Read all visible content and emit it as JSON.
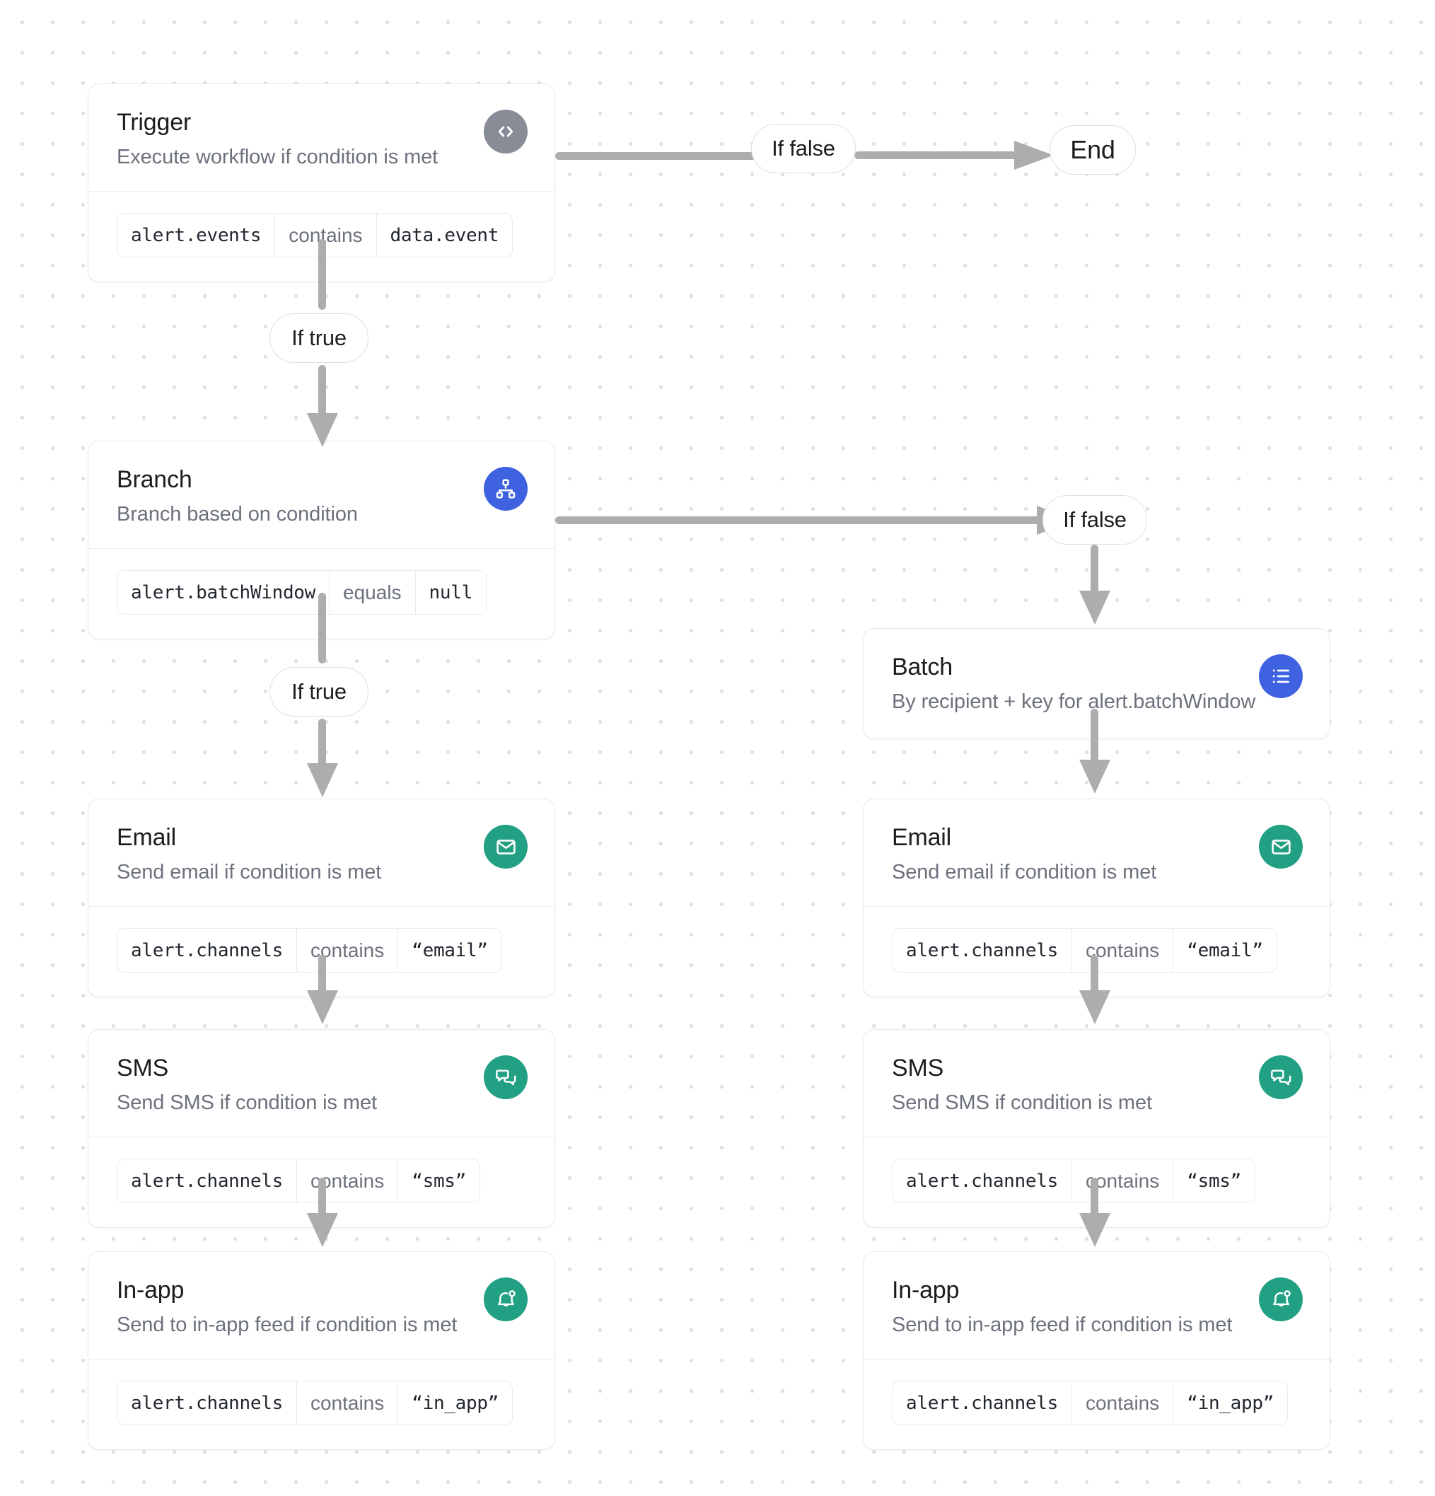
{
  "canvas": {
    "background": "#ffffff",
    "dot_color": "#dfe1e5"
  },
  "palette": {
    "badge_gray": "#878c97",
    "badge_blue": "#3e62e0",
    "badge_green": "#22a083",
    "arrow_gray": "#adadad",
    "card_border": "#e8e9ec",
    "title_color": "#1b1d21",
    "subtitle_color": "#6c717c"
  },
  "nodes": {
    "trigger": {
      "title": "Trigger",
      "subtitle": "Execute workflow if condition is met",
      "icon": "code-brackets-icon",
      "condition": {
        "field": "alert.events",
        "operator": "contains",
        "value": "data.event"
      }
    },
    "branch": {
      "title": "Branch",
      "subtitle": "Branch based on condition",
      "icon": "hierarchy-icon",
      "condition": {
        "field": "alert.batchWindow",
        "operator": "equals",
        "value": "null"
      }
    },
    "batch": {
      "title": "Batch",
      "subtitle": "By recipient + key for alert.batchWindow",
      "icon": "list-icon"
    },
    "email_left": {
      "title": "Email",
      "subtitle": "Send email if condition is met",
      "icon": "envelope-icon",
      "condition": {
        "field": "alert.channels",
        "operator": "contains",
        "value": "“email”"
      }
    },
    "sms_left": {
      "title": "SMS",
      "subtitle": "Send SMS if condition is met",
      "icon": "chat-bubbles-icon",
      "condition": {
        "field": "alert.channels",
        "operator": "contains",
        "value": "“sms”"
      }
    },
    "inapp_left": {
      "title": "In-app",
      "subtitle": "Send to in-app feed if condition is met",
      "icon": "bell-dot-icon",
      "condition": {
        "field": "alert.channels",
        "operator": "contains",
        "value": "“in_app”"
      }
    },
    "email_right": {
      "title": "Email",
      "subtitle": "Send email if condition is met",
      "icon": "envelope-icon",
      "condition": {
        "field": "alert.channels",
        "operator": "contains",
        "value": "“email”"
      }
    },
    "sms_right": {
      "title": "SMS",
      "subtitle": "Send SMS if condition is met",
      "icon": "chat-bubbles-icon",
      "condition": {
        "field": "alert.channels",
        "operator": "contains",
        "value": "“sms”"
      }
    },
    "inapp_right": {
      "title": "In-app",
      "subtitle": "Send to in-app feed if condition is met",
      "icon": "bell-dot-icon",
      "condition": {
        "field": "alert.channels",
        "operator": "contains",
        "value": "“in_app”"
      }
    }
  },
  "edges": {
    "trigger_false_label": "If false",
    "end_label": "End",
    "trigger_true_label": "If true",
    "branch_false_label": "If false",
    "branch_true_label": "If true"
  }
}
